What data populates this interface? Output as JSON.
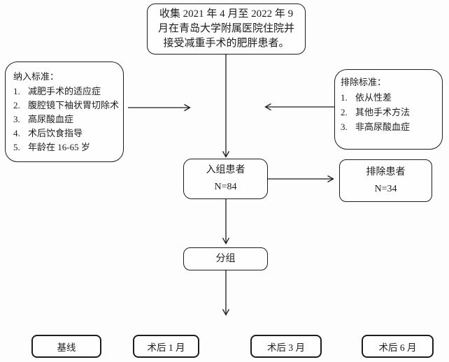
{
  "diagram": {
    "collection_box": {
      "lines": [
        "收集 2021 年 4 月至 2022 年 9",
        "月在青岛大学附属医院住院并",
        "接受减重手术的肥胖患者。"
      ]
    },
    "inclusion": {
      "title": "纳入标准：",
      "items": [
        {
          "num": "1.",
          "text": "减肥手术的适应症"
        },
        {
          "num": "2.",
          "text": "腹腔镜下袖状胃切除术"
        },
        {
          "num": "3.",
          "text": "高尿酸血症"
        },
        {
          "num": "4.",
          "text": "术后饮食指导"
        },
        {
          "num": "5.",
          "text": "年龄在 16-65 岁"
        }
      ]
    },
    "exclusion": {
      "title": "排除标准：",
      "items": [
        {
          "num": "1.",
          "text": "依从性差"
        },
        {
          "num": "2.",
          "text": "其他手术方法"
        },
        {
          "num": "3.",
          "text": "非高尿酸血症"
        }
      ]
    },
    "enrolled": {
      "label": "入组患者",
      "n": "N=84"
    },
    "excluded": {
      "label": "排除患者",
      "n": "N=34"
    },
    "grouping": {
      "label": "分组"
    },
    "timepoints": [
      {
        "label": "基线"
      },
      {
        "label": "术后 1 月"
      },
      {
        "label": "术后 3 月"
      },
      {
        "label": "术后 6 月"
      }
    ],
    "colors": {
      "line": "#1c1c1c",
      "background": "#fdfdfd",
      "box_fill": "#fefefe"
    }
  }
}
